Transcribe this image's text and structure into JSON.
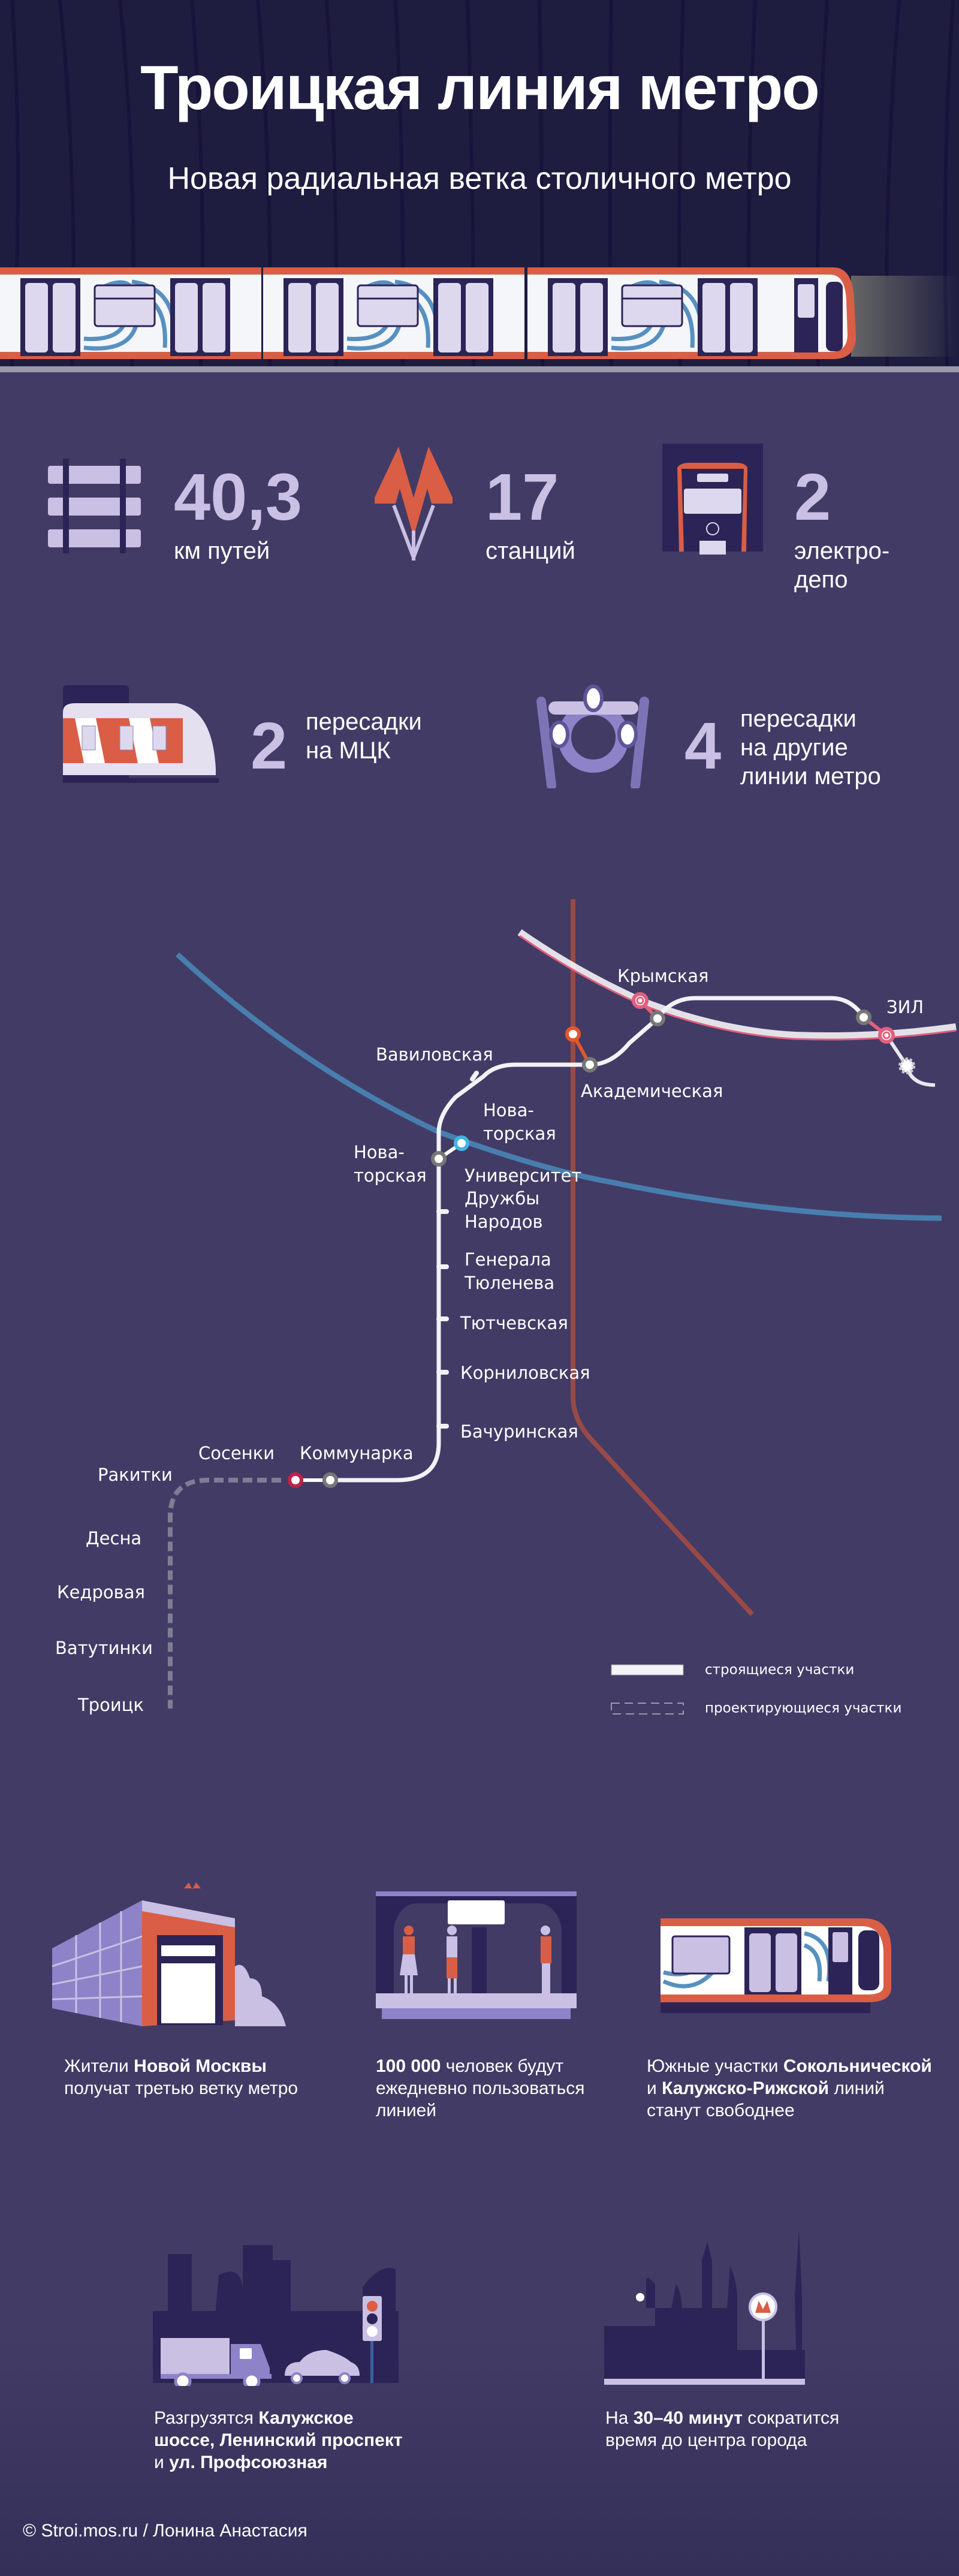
{
  "header": {
    "title": "Троицкая линия метро",
    "subtitle": "Новая радиальная ветка столичного метро"
  },
  "stats": [
    {
      "icon": "rails-icon",
      "value": "40,3",
      "label": "км путей"
    },
    {
      "icon": "metro-logo-icon",
      "value": "17",
      "label": "станций"
    },
    {
      "icon": "depot-train-icon",
      "value": "2",
      "label_lines": [
        "электро-",
        "депо"
      ]
    },
    {
      "icon": "mck-train-icon",
      "value": "2",
      "label_lines": [
        "пересадки",
        "на МЦК"
      ]
    },
    {
      "icon": "interchange-hub-icon",
      "value": "4",
      "label_lines": [
        "пересадки",
        "на другие",
        "линии метро"
      ]
    }
  ],
  "map": {
    "stations": {
      "krymskaya": "Крымская",
      "zil": "ЗИЛ",
      "vavilovskaya": "Вавиловская",
      "akademicheskaya": "Академическая",
      "novatorskaya_right": [
        "Нова-",
        "торская"
      ],
      "novatorskaya_left": [
        "Нова-",
        "торская"
      ],
      "universitet": [
        "Университет",
        "Дружбы",
        "Народов"
      ],
      "generala": [
        "Генерала",
        "Тюленева"
      ],
      "tyutchevskaya": "Тютчевская",
      "kornilovskaya": "Корниловская",
      "bachurinskaya": "Бачуринская",
      "sosenki": "Сосенки",
      "kommunarka": "Коммунарка",
      "rakitki": "Ракитки",
      "desna": "Десна",
      "kedrovaya": "Кедровая",
      "vatutinki": "Ватутинки",
      "troitsk": "Троицк"
    },
    "legend": {
      "building": "строящиеся участки",
      "planned": "проектирующиеся участки"
    },
    "colors": {
      "red": "#c0234a",
      "orange": "#e2572b",
      "blue": "#4a90c0",
      "mck": "#e0607e",
      "gray": "#9a9aa8"
    }
  },
  "benefits": {
    "b1": {
      "t1": "Жители ",
      "b1": "Новой Москвы",
      "t2": "получат третью ветку метро"
    },
    "b2": {
      "b1": "100 000",
      "t1": " человек будут",
      "t2": "ежедневно пользоваться",
      "t3": "линией"
    },
    "b3": {
      "t1": "Южные участки ",
      "b1": "Сокольнической",
      "t2": "и ",
      "b2": "Калужско-Рижской",
      "t3": " линий",
      "t4": "станут свободнее"
    },
    "b4": {
      "t1": "Разгрузятся ",
      "b1": "Калужское",
      "b2": "шоссе, Ленинский проспект",
      "t2": "и ",
      "b3": "ул. Профсоюзная"
    },
    "b5": {
      "t1": "На ",
      "b1": "30–40 минут",
      "t2": " сократится",
      "t3": "время до центра города"
    }
  },
  "footer": "© Stroi.mos.ru / Лонина Анастасия"
}
